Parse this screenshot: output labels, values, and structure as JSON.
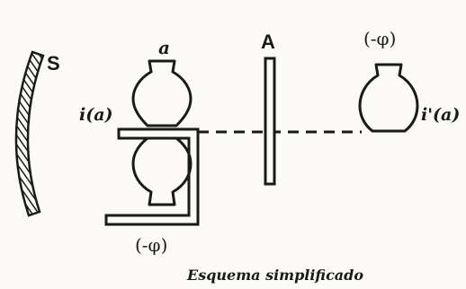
{
  "labels": {
    "source": "S",
    "object": "a",
    "screen": "A",
    "image_left": "i(a)",
    "image_right": "i'(a)",
    "phase_top": "(-φ)",
    "phase_bottom": "(-φ)",
    "caption": "Esquema simplificado"
  },
  "colors": {
    "ink": "#1a1a1a",
    "paper": "#fbfaf6"
  }
}
